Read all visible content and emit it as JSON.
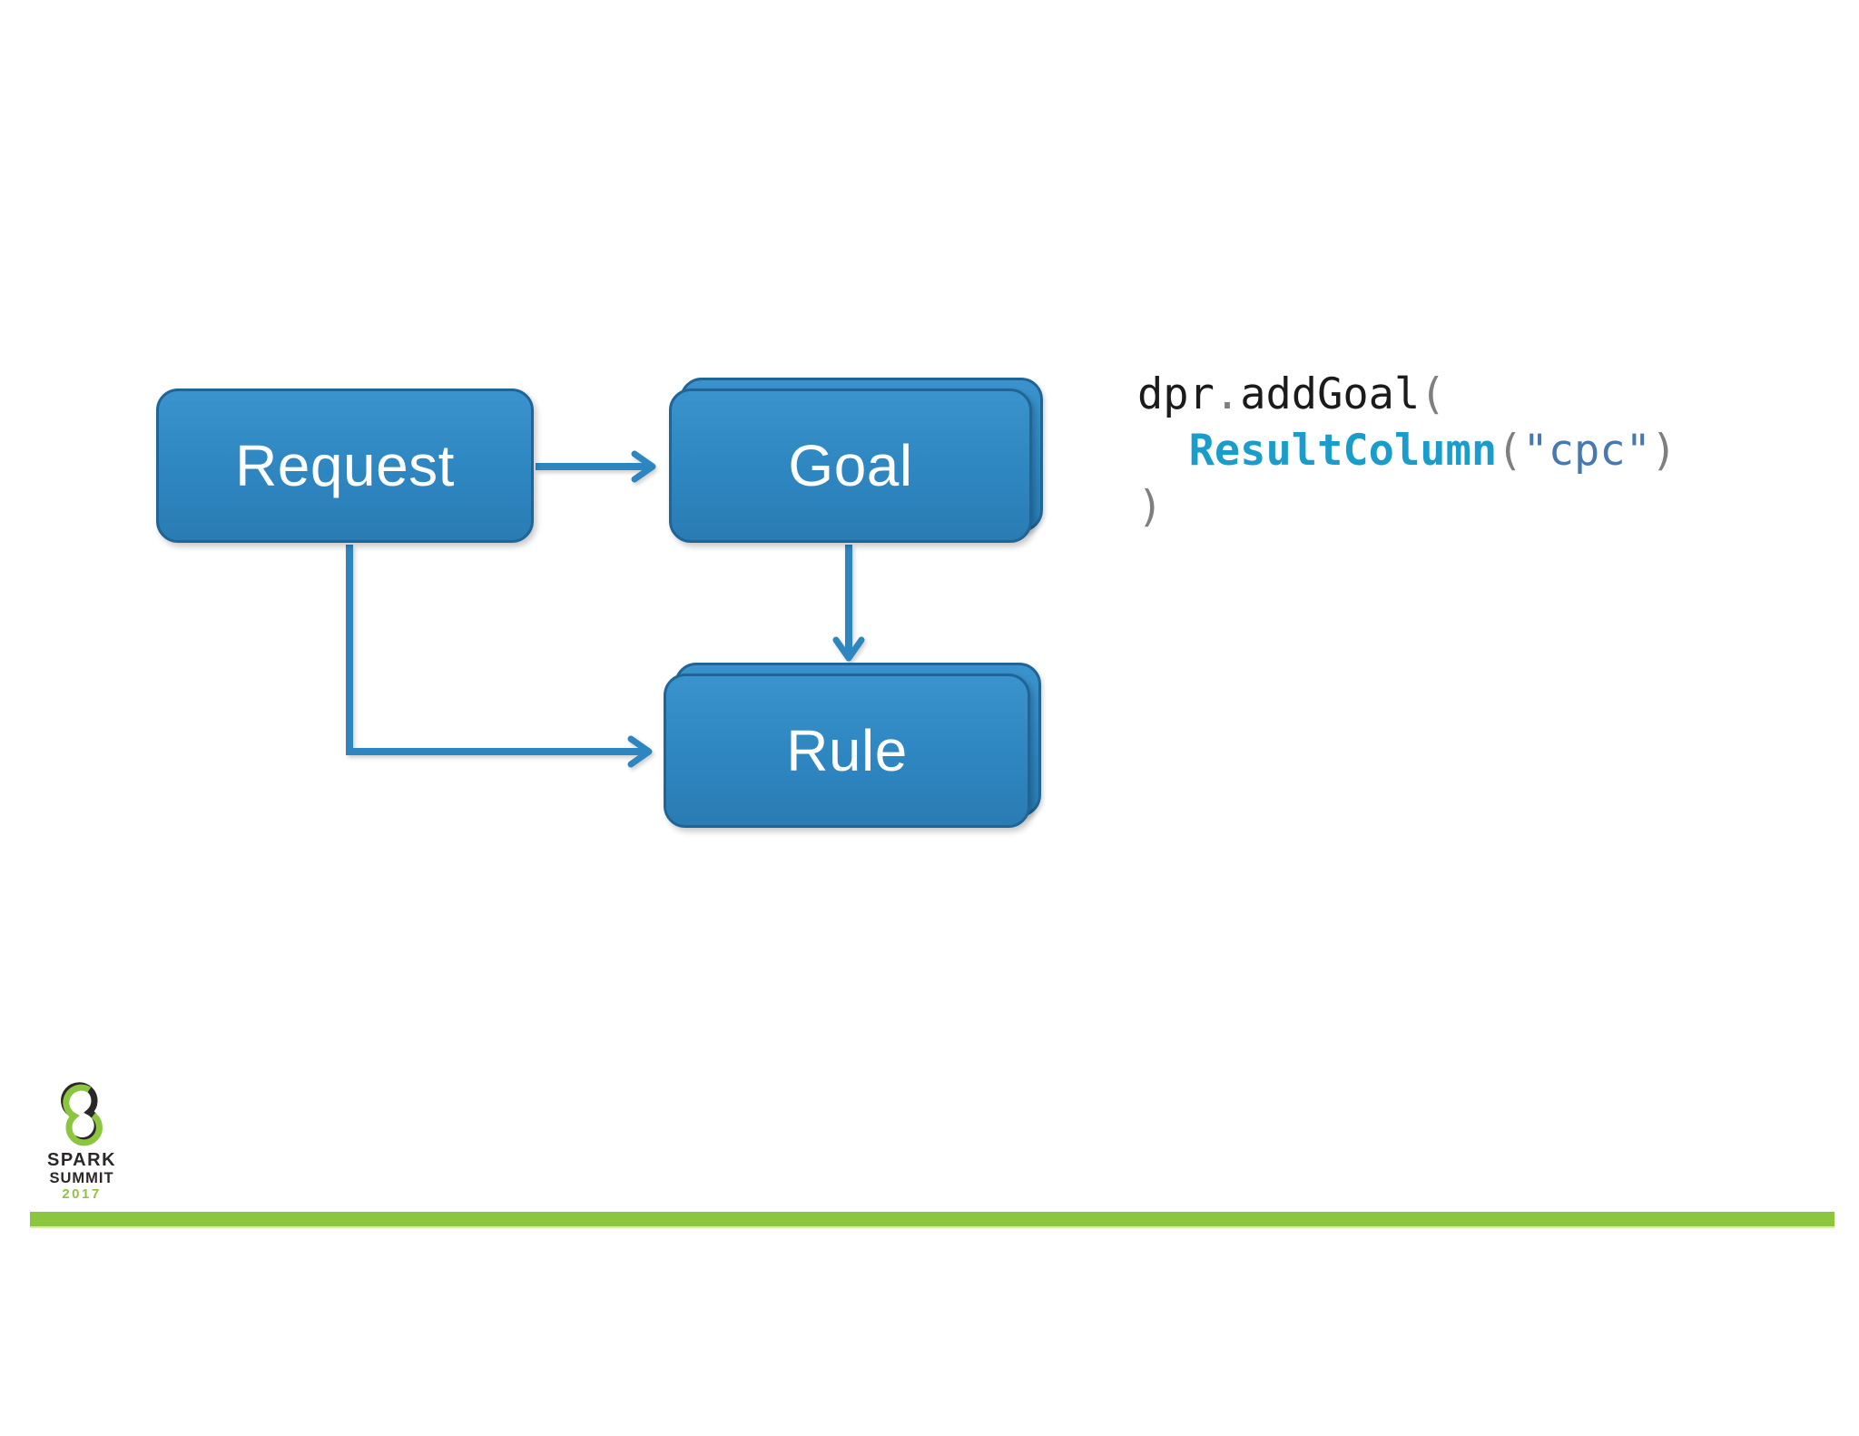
{
  "slide": {
    "kind": "presentation-slide"
  },
  "theme": {
    "node_fill": "#2e86c1",
    "node_fill_light": "#3b93cd",
    "node_fill_dark": "#2a7cb3",
    "node_border": "#1f6596",
    "node_text": "#ffffff",
    "arrow_color": "#2e86c1",
    "accent_green": "#8cc63e",
    "logo_black": "#2b2726",
    "code_default": "#1b1b1b",
    "code_punct": "#7f7f7f",
    "code_type": "#1a9dcb",
    "code_string": "#4878b0"
  },
  "diagram": {
    "nodes": [
      {
        "id": "request",
        "label": "Request",
        "stacked": false
      },
      {
        "id": "goal",
        "label": "Goal",
        "stacked": true
      },
      {
        "id": "rule",
        "label": "Rule",
        "stacked": true
      }
    ],
    "edges": [
      {
        "from": "request",
        "to": "goal",
        "shape": "straight-right"
      },
      {
        "from": "goal",
        "to": "rule",
        "shape": "straight-down"
      },
      {
        "from": "request",
        "to": "rule",
        "shape": "elbow-down-then-right"
      }
    ]
  },
  "code": {
    "line1": {
      "obj": "dpr",
      "dot": ".",
      "method": "addGoal",
      "open": "("
    },
    "line2": {
      "indent": "  ",
      "type": "ResultColumn",
      "open": "(",
      "string": "\"cpc\"",
      "close": ")"
    },
    "line3": {
      "close": ")"
    }
  },
  "footer": {
    "logo": {
      "title": "SPARK",
      "subtitle": "SUMMIT",
      "year": "2017"
    }
  }
}
